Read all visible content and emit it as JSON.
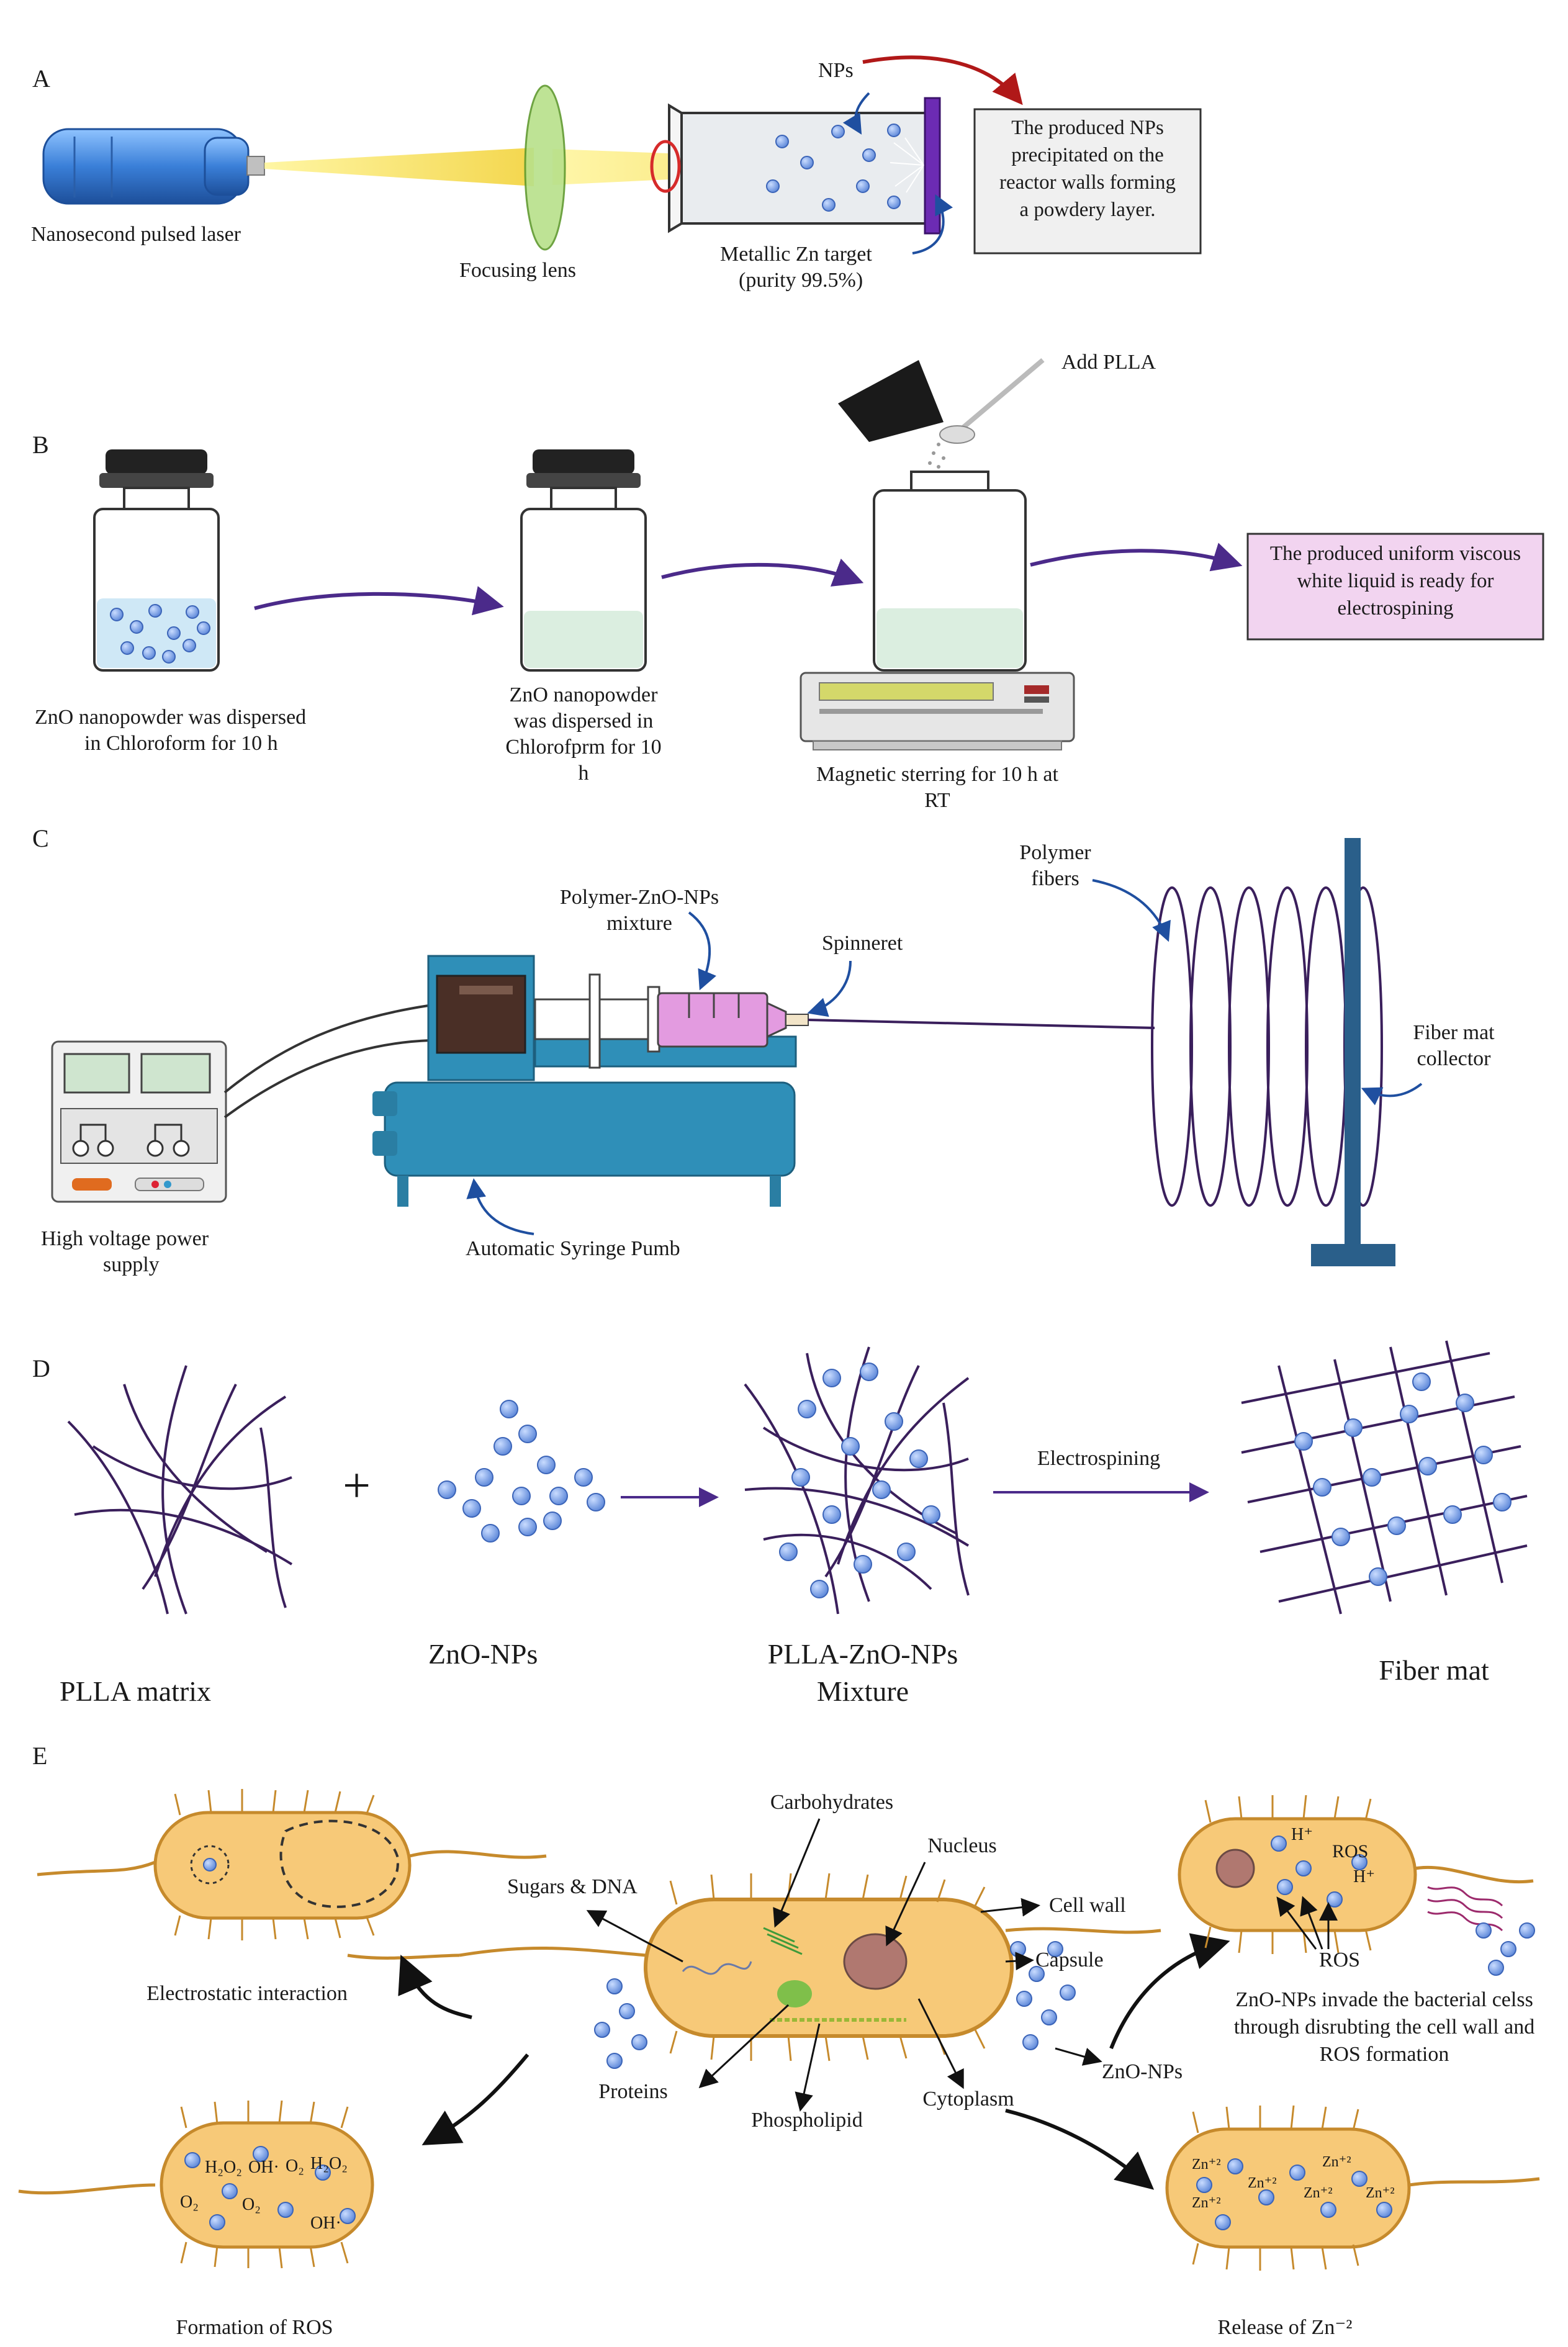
{
  "panels": {
    "a": "A",
    "b": "B",
    "c": "C",
    "d": "D",
    "e": "E"
  },
  "panel_a": {
    "laser": "Nanosecond pulsed laser",
    "lens": "Focusing lens",
    "nps": "NPs",
    "target_line1": "Metallic Zn target",
    "target_line2": "(purity 99.5%)",
    "box_line1": "The produced NPs",
    "box_line2": "precipitated on the",
    "box_line3": "reactor walls forming",
    "box_line4": "a powdery layer."
  },
  "panel_b": {
    "add_plla": "Add PLLA",
    "step1_line1": "ZnO nanopowder was dispersed",
    "step1_line2": "in Chloroform for 10 h",
    "step2_line1": "ZnO nanopowder",
    "step2_line2": "was dispersed in",
    "step2_line3": "Chlorofprm for 10",
    "step2_line4": "h",
    "step3_line1": "Magnetic sterring for 10 h at",
    "step3_line2": "RT",
    "box_line1": "The produced uniform viscous",
    "box_line2": "white liquid is ready for",
    "box_line3": "electrospining"
  },
  "panel_c": {
    "mixture_line1": "Polymer-ZnO-NPs",
    "mixture_line2": "mixture",
    "spinneret": "Spinneret",
    "fibers_line1": "Polymer",
    "fibers_line2": "fibers",
    "collector_line1": "Fiber mat",
    "collector_line2": "collector",
    "power_line1": "High voltage power",
    "power_line2": "supply",
    "pump": "Automatic Syringe Pumb"
  },
  "panel_d": {
    "plla": "PLLA matrix",
    "zno": "ZnO-NPs",
    "mix_line1": "PLLA-ZnO-NPs",
    "mix_line2": "Mixture",
    "electro": "Electrospining",
    "mat": "Fiber mat",
    "plus": "+"
  },
  "panel_e": {
    "electrostatic": "Electrostatic interaction",
    "ros_formation": "Formation of ROS",
    "carbohydrates": "Carbohydrates",
    "nucleus": "Nucleus",
    "sugars_dna": "Sugars & DNA",
    "cell_wall": "Cell wall",
    "capsule": "Capsule",
    "proteins": "Proteins",
    "phospholipid": "Phospholipid",
    "cytoplasm": "Cytoplasm",
    "zno_nps": "ZnO-NPs",
    "ros": "ROS",
    "ros_small": "ROS",
    "h_plus": "H⁺",
    "invade_line1": "ZnO-NPs invade the bacterial celss",
    "invade_line2": "through disrubting the cell wall and",
    "invade_line3": "ROS formation",
    "release": "Release of Zn⁻²",
    "h2o2": "H₂O₂",
    "oh": "OH·",
    "o2": "O₂",
    "zn": "Zn⁺²"
  },
  "colors": {
    "np_blue": "#6f9be6",
    "fiber_purple": "#3a1f5c",
    "arrow_purple": "#4b2a8a",
    "cell_fill": "#f7c978",
    "cell_stroke": "#c68a2c",
    "pink_box": "#f2d4f0",
    "steel_blue": "#2f8fb8",
    "syringe_pink": "#e39be0"
  }
}
